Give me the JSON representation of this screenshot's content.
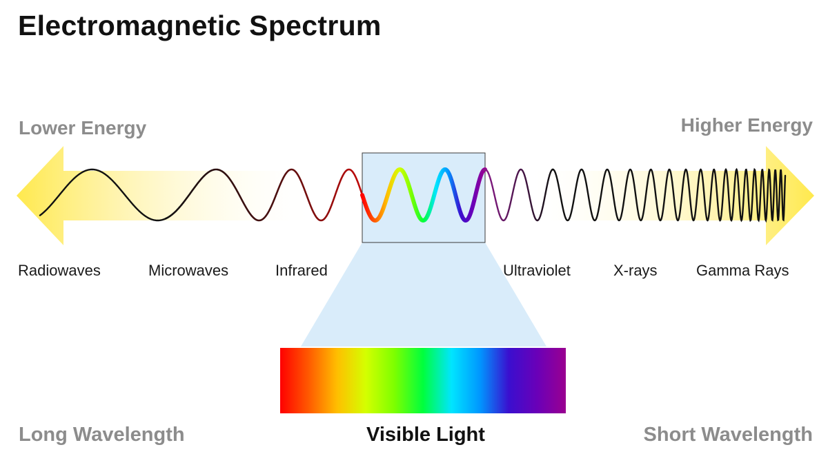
{
  "title": "Electromagnetic Spectrum",
  "energy": {
    "lower": "Lower Energy",
    "higher": "Higher Energy"
  },
  "bands": {
    "radio": "Radiowaves",
    "micro": "Microwaves",
    "infrared": "Infrared",
    "ultraviolet": "Ultraviolet",
    "xray": "X-rays",
    "gamma": "Gamma Rays"
  },
  "wavelength": {
    "long": "Long Wavelength",
    "short": "Short Wavelength"
  },
  "visible_label": "Visible Light",
  "colors": {
    "arrow": "#ffe94d",
    "wave": "#111111",
    "highlight_box": "#d9ecfa",
    "label_gray": "#8c8c8c",
    "spectrum": [
      "#ff0000",
      "#ff5a00",
      "#ffbf00",
      "#d4ff00",
      "#7dff00",
      "#00ff3c",
      "#00e5ff",
      "#0096ff",
      "#3a0fcf",
      "#6a00b8",
      "#9a0090"
    ]
  }
}
